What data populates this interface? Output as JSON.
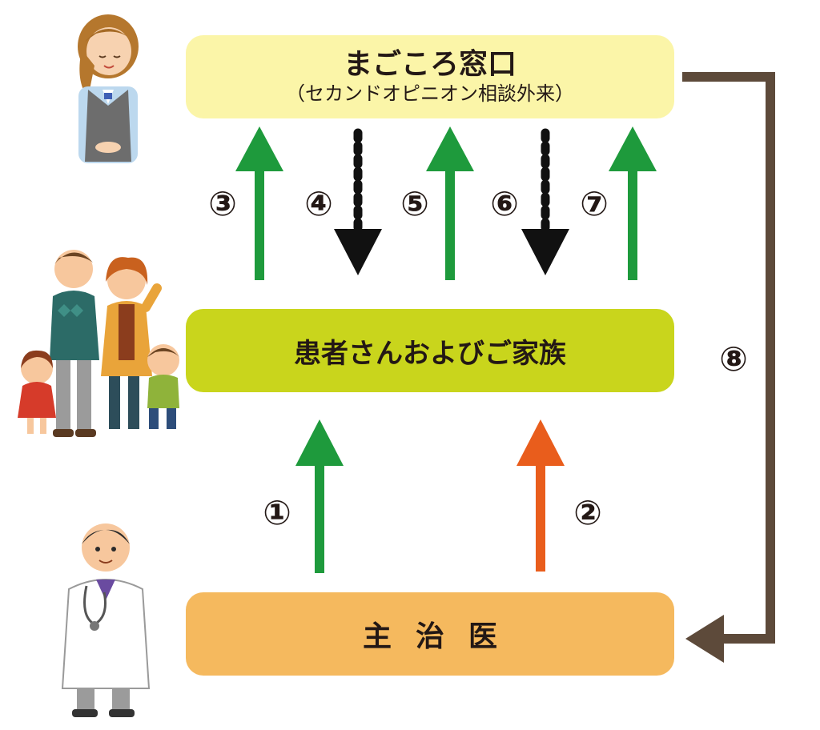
{
  "boxes": {
    "top_title": "まごころ窓口",
    "top_subtitle": "（セカンドオピニオン相談外来）",
    "middle": "患者さんおよびご家族",
    "bottom": "主治医"
  },
  "numbers": {
    "n1": "①",
    "n2": "②",
    "n3": "③",
    "n4": "④",
    "n5": "⑤",
    "n6": "⑥",
    "n7": "⑦",
    "n8": "⑧"
  },
  "colors": {
    "top_box": "#fbf5a8",
    "middle_box": "#c9d51c",
    "bottom_box": "#f5b95e",
    "green_arrow": "#1e9a3c",
    "orange_arrow": "#e95d1c",
    "dotted_arrow": "#111111",
    "brown_arrow": "#5d4a3a"
  },
  "icons": {
    "receptionist": "receptionist-icon",
    "family": "family-icon",
    "doctor": "doctor-icon"
  }
}
